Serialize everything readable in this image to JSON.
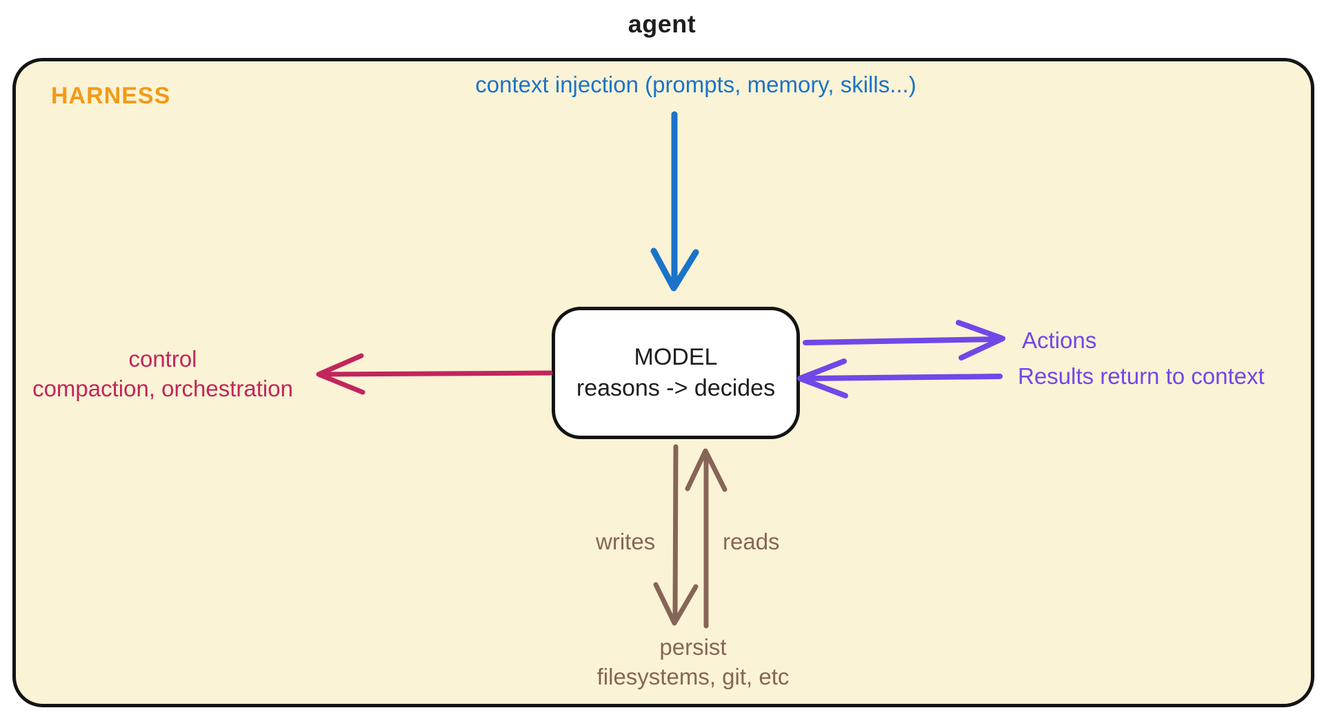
{
  "page": {
    "title": "agent"
  },
  "harness": {
    "label": "HARNESS",
    "label_color": "#F39A17",
    "fill": "#FBF3D5",
    "stroke": "#141414"
  },
  "model": {
    "title": "MODEL",
    "subtitle": "reasons -> decides",
    "fill": "#FFFFFF",
    "stroke": "#141414",
    "text_color": "#1E1E1E"
  },
  "flows": {
    "context_injection": {
      "label": "context injection (prompts, memory, skills...)",
      "color": "#1B73C9",
      "direction": "down into model"
    },
    "actions": {
      "label": "Actions",
      "color": "#7048E8",
      "direction": "right out of model"
    },
    "results": {
      "label": "Results return to context",
      "color": "#7048E8",
      "direction": "left into model"
    },
    "control": {
      "line1": "control",
      "line2": "compaction, orchestration",
      "color": "#C2255C",
      "direction": "left out of model"
    },
    "writes": {
      "label": "writes",
      "color": "#866558",
      "direction": "down from model to persist"
    },
    "reads": {
      "label": "reads",
      "color": "#866558",
      "direction": "up from persist to model"
    },
    "persist": {
      "line1": "persist",
      "line2": "filesystems, git, etc",
      "color": "#866558"
    }
  }
}
